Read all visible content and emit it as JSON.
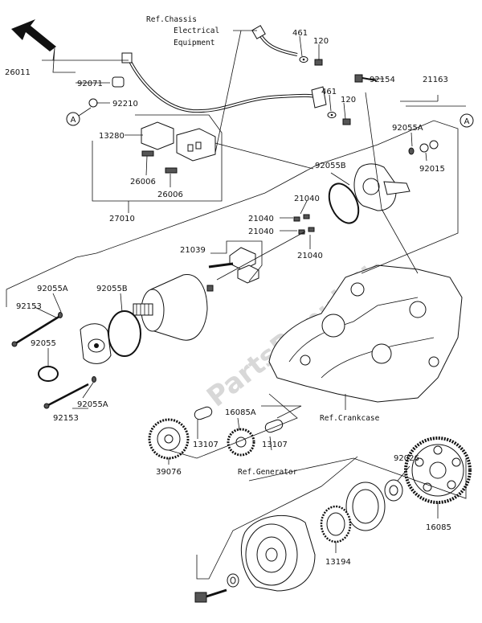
{
  "watermark": "PartsRepublik",
  "refs": {
    "chassis": [
      "Ref.Chassis",
      "Electrical",
      "Equipment"
    ],
    "crankcase": "Ref.Crankcase",
    "generator": "Ref.Generator"
  },
  "circle_marker": "A",
  "labels": {
    "p26011": "26011",
    "p92071": "92071",
    "p92210": "92210",
    "p461a": "461",
    "p120a": "120",
    "p461b": "461",
    "p120b": "120",
    "p92154": "92154",
    "p21163": "21163",
    "p13280": "13280",
    "p26006a": "26006",
    "p26006b": "26006",
    "p27010": "27010",
    "p92055B_top": "92055B",
    "p92055A_top": "92055A",
    "p92015": "92015",
    "p21040a": "21040",
    "p21040b": "21040",
    "p21040c": "21040",
    "p21040d": "21040",
    "p21039": "21039",
    "p92055A_left": "92055A",
    "p92055B_left": "92055B",
    "p92153a": "92153",
    "p92055": "92055",
    "p92055A_low": "92055A",
    "p92153b": "92153",
    "p13107a": "13107",
    "p16085A": "16085A",
    "p13107b": "13107",
    "p39076": "39076",
    "p92026": "92026",
    "p16085": "16085",
    "p13194": "13194"
  }
}
